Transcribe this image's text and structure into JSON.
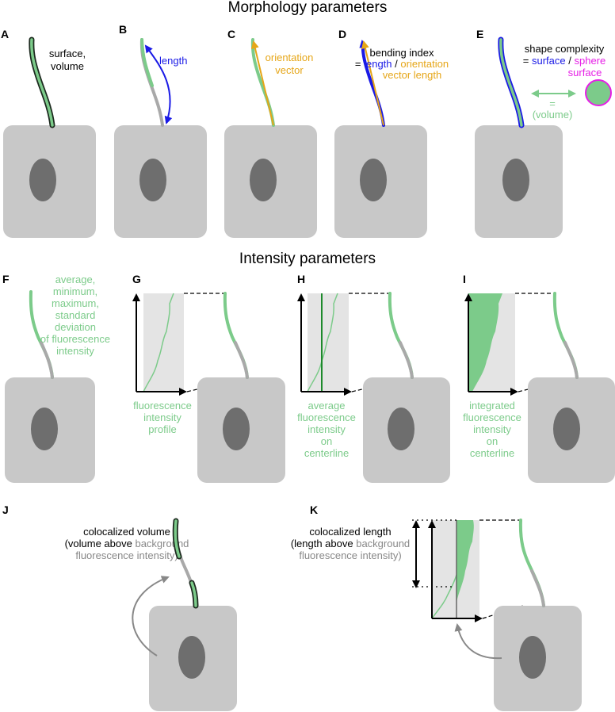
{
  "headings": {
    "morphology": "Morphology parameters",
    "intensity": "Intensity parameters"
  },
  "panels": {
    "a": {
      "label": "A",
      "line1": "surface,",
      "line2": "volume"
    },
    "b": {
      "label": "B",
      "text": "length"
    },
    "c": {
      "label": "C",
      "line1": "orientation",
      "line2": "vector"
    },
    "d": {
      "label": "D",
      "line1": "bending index",
      "eq": "=",
      "length": "length",
      "slash": "/",
      "orientation": "orientation",
      "line3": "vector length"
    },
    "e": {
      "label": "E",
      "line1": "shape complexity",
      "eq": "=",
      "surface": "surface",
      "slash": "/",
      "sphere": "sphere",
      "line3": "surface",
      "equal_sign": "=",
      "volume": "(volume)"
    },
    "f": {
      "label": "F",
      "lines": [
        "average,",
        "minimum,",
        "maximum,",
        "standard",
        "deviation",
        "of fluorescence",
        "intensity"
      ]
    },
    "g": {
      "label": "G",
      "lines": [
        "fluorescence",
        "intensity",
        "profile"
      ]
    },
    "h": {
      "label": "H",
      "lines": [
        "average",
        "fluorescence",
        "intensity",
        "on",
        "centerline"
      ]
    },
    "i": {
      "label": "I",
      "lines": [
        "integrated",
        "fluorescence",
        "intensity",
        "on",
        "centerline"
      ]
    },
    "j": {
      "label": "J",
      "line1": "colocalized volume",
      "line2a": "(volume above",
      "line2b": "background",
      "line3a": "fluorescence intensity)"
    },
    "k": {
      "label": "K",
      "line1": "colocalized length",
      "line2a": "(length above",
      "line2b": "background",
      "line3a": "fluorescence intensity)"
    }
  },
  "colors": {
    "cell": "#c8c8c8",
    "nucleus": "#6e6e6e",
    "cilium_green": "#7ccb8a",
    "cilium_gray": "#a9a9a9",
    "length_blue": "#1a1ae6",
    "orientation_orange": "#e6a618",
    "sphere_magenta": "#e61ee6",
    "profile_bg": "#e4e4e4",
    "dark_outline": "#1d2a1f"
  }
}
